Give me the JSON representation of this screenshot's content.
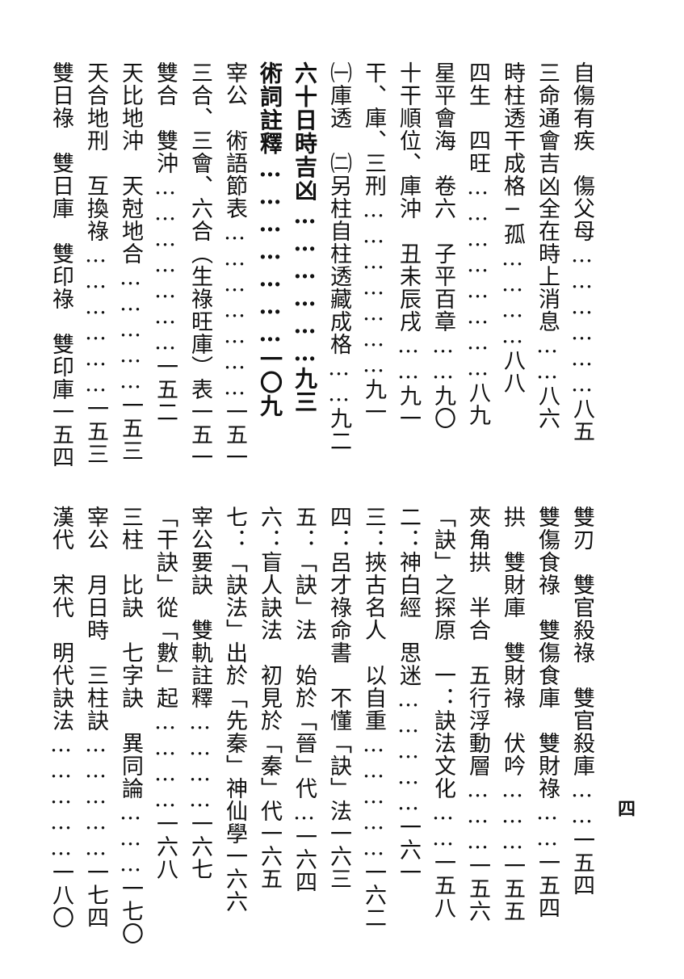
{
  "page_number": "四",
  "top_block": [
    {
      "title": "自傷有疾　傷父母",
      "leader": "………………",
      "page": "八五"
    },
    {
      "title": "三命通會吉凶全在時上消息",
      "leader": "……",
      "page": "八六"
    },
    {
      "title": "時柱透干成格─孤",
      "leader": "…………",
      "page": "八八"
    },
    {
      "title": "四生　四旺",
      "leader": "……………………",
      "page": "八九"
    },
    {
      "title": "星平會海　卷六　子平百章",
      "leader": "……",
      "page": "九〇"
    },
    {
      "title": "十干順位、庫沖　丑未辰戌",
      "leader": "……",
      "page": "九一"
    },
    {
      "title": "干、庫、三刑",
      "leader": "…………………",
      "page": "九一"
    },
    {
      "title": "㈠庫透　㈡另柱自柱透藏成格",
      "leader": "……",
      "page": "九二"
    },
    {
      "title": "六十日時吉凶",
      "leader": "………………",
      "page": "九三",
      "bold": true
    },
    {
      "title": "術詞註釋",
      "leader": "…………………",
      "page": "一〇九",
      "bold": true
    },
    {
      "title": "宰公　術語節表",
      "leader": "…………………",
      "page": "一五一"
    },
    {
      "title": "三合、三會、六合（生祿旺庫）表",
      "leader": "",
      "page": "一五一"
    },
    {
      "title": "雙合　雙沖",
      "leader": "…………………",
      "page": "一五二"
    },
    {
      "title": "天比地沖　天尅地合",
      "leader": "……………",
      "page": "一五三"
    },
    {
      "title": "天合地刑　互換祿",
      "leader": "………………",
      "page": "一五三"
    },
    {
      "title": "雙日祿　雙日庫　雙印祿　雙印庫",
      "leader": "",
      "page": "一五四"
    }
  ],
  "bottom_block": [
    {
      "title": "雙刃　雙官殺祿　雙官殺庫",
      "leader": "……",
      "page": "一五四"
    },
    {
      "title": "雙傷食祿　雙傷食庫　雙財祿",
      "leader": "……",
      "page": "一五四"
    },
    {
      "title": "拱　雙財庫　雙財祿　伏吟",
      "leader": "………",
      "page": "一五五"
    },
    {
      "title": "夾角拱　半合　五行浮動層",
      "leader": "………",
      "page": "一五六"
    },
    {
      "title": "「訣」之探原　一：訣法文化",
      "leader": "……",
      "page": "一五八"
    },
    {
      "title": "二：神白經　思迷",
      "leader": "……………",
      "page": "一六一"
    },
    {
      "title": "三：挾古名人　以自重",
      "leader": "……………",
      "page": "一六二"
    },
    {
      "title": "四：呂才祿命書　不懂「訣」法",
      "leader": "",
      "page": "一六三"
    },
    {
      "title": "五：「訣」法　始於「晉」代",
      "leader": "…",
      "page": "一六四"
    },
    {
      "title": "六：盲人訣法　初見於「秦」代",
      "leader": "",
      "page": "一六五"
    },
    {
      "title": "七：「訣法」出於「先秦」神仙學",
      "leader": "",
      "page": "一六六"
    },
    {
      "title": "宰公要訣　雙軌註釋",
      "leader": "…………",
      "page": "一六七"
    },
    {
      "title": "「干訣」從「數」起",
      "leader": "…………",
      "page": "一六八"
    },
    {
      "title": "三柱　比訣　七字訣　異同論",
      "leader": "………",
      "page": "一七〇"
    },
    {
      "title": "宰公　月日時　三柱訣",
      "leader": "……………",
      "page": "一七四"
    },
    {
      "title": "漢代　宋代　明代訣法",
      "leader": "……………",
      "page": "一八〇"
    }
  ]
}
